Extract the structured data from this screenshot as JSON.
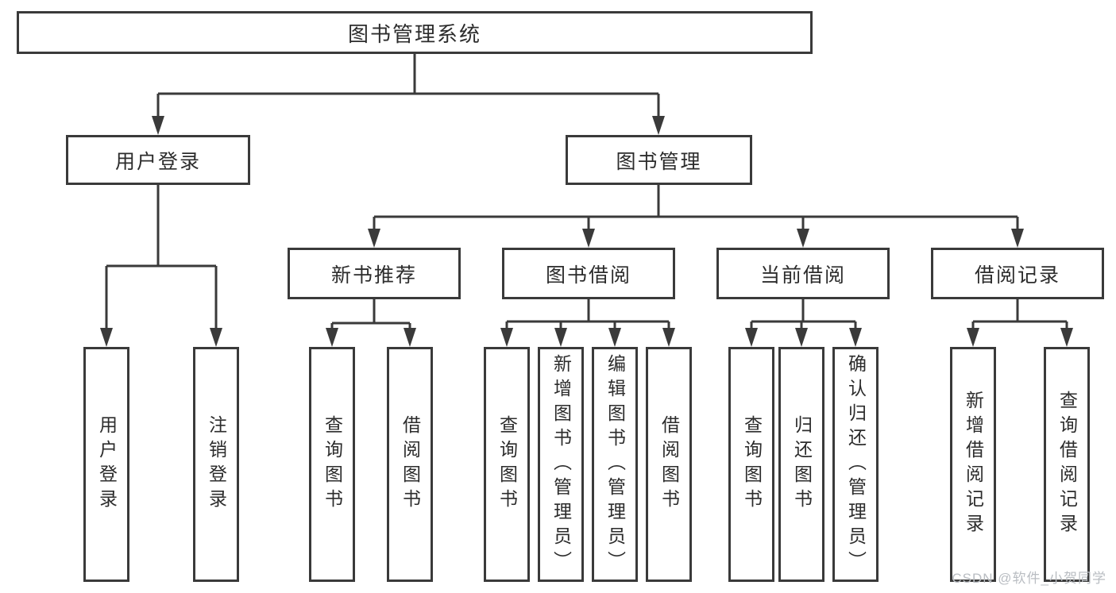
{
  "diagram": {
    "title": "图书管理系统",
    "type": "hierarchy-tree",
    "colors": {
      "line": "#3a3a3a",
      "box_border": "#3a3a3a",
      "text": "#2c2c2c",
      "background": "#ffffff",
      "watermark": "#b9bdc2"
    },
    "watermark": "CSDN @软件_小贺同学",
    "tree": {
      "label": "图书管理系统",
      "children": [
        {
          "label": "用户登录",
          "children": [
            {
              "label": "用户登录"
            },
            {
              "label": "注销登录"
            }
          ]
        },
        {
          "label": "图书管理",
          "children": [
            {
              "label": "新书推荐",
              "children": [
                {
                  "label": "查询图书"
                },
                {
                  "label": "借阅图书"
                }
              ]
            },
            {
              "label": "图书借阅",
              "children": [
                {
                  "label": "查询图书"
                },
                {
                  "label": "新增图书（管理员）"
                },
                {
                  "label": "编辑图书（管理员）"
                },
                {
                  "label": "借阅图书"
                }
              ]
            },
            {
              "label": "当前借阅",
              "children": [
                {
                  "label": "查询图书"
                },
                {
                  "label": "归还图书"
                },
                {
                  "label": "确认归还（管理员）"
                }
              ]
            },
            {
              "label": "借阅记录",
              "children": [
                {
                  "label": "新增借阅记录"
                },
                {
                  "label": "查询借阅记录"
                }
              ]
            }
          ]
        }
      ]
    }
  }
}
